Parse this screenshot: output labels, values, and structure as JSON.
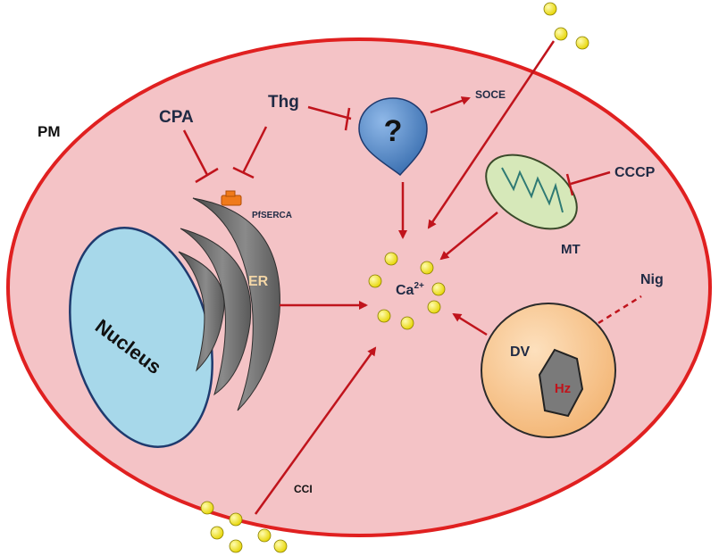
{
  "labels": {
    "pm": "PM",
    "cpa": "CPA",
    "thg": "Thg",
    "soce": "SOCE",
    "unknown": "?",
    "cccp": "CCCP",
    "pfserca": "PfSERCA",
    "er": "ER",
    "nucleus": "Nucleus",
    "ca": "Ca",
    "ca_sup": "2+",
    "mt": "MT",
    "nig": "Nig",
    "dv": "DV",
    "hz": "Hz",
    "cci": "CCI"
  },
  "colors": {
    "membrane": "#e02020",
    "cytoplasm": "#f4c3c6",
    "nucleus": "#a7d8ea",
    "er": "#6b6b6b",
    "channel": "#4f86c6",
    "mitochondrion": "#d6e8b9",
    "vacuole": "#f7c892",
    "hemozoin": "#7a7a7a",
    "calcium": "#f5e92a",
    "pfserca": "#f07a1a",
    "arrow": "#c0141c"
  }
}
